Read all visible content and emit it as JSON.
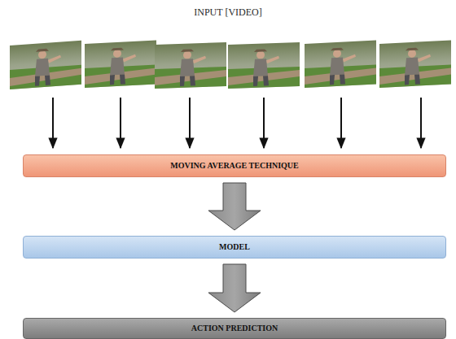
{
  "diagram": {
    "title": "INPUT [VIDEO]",
    "nodes": [
      {
        "text": [
          "MOVING AVERAGE TECHNIQUE"
        ]
      },
      {
        "text": [
          "MODEL"
        ]
      },
      {
        "text": [
          "ACTION PREDICTION"
        ]
      }
    ],
    "edges": [
      {
        "from": 0,
        "to": 1,
        "arrow": "to"
      },
      {
        "from": 1,
        "to": 2,
        "arrow": "to"
      }
    ]
  }
}
